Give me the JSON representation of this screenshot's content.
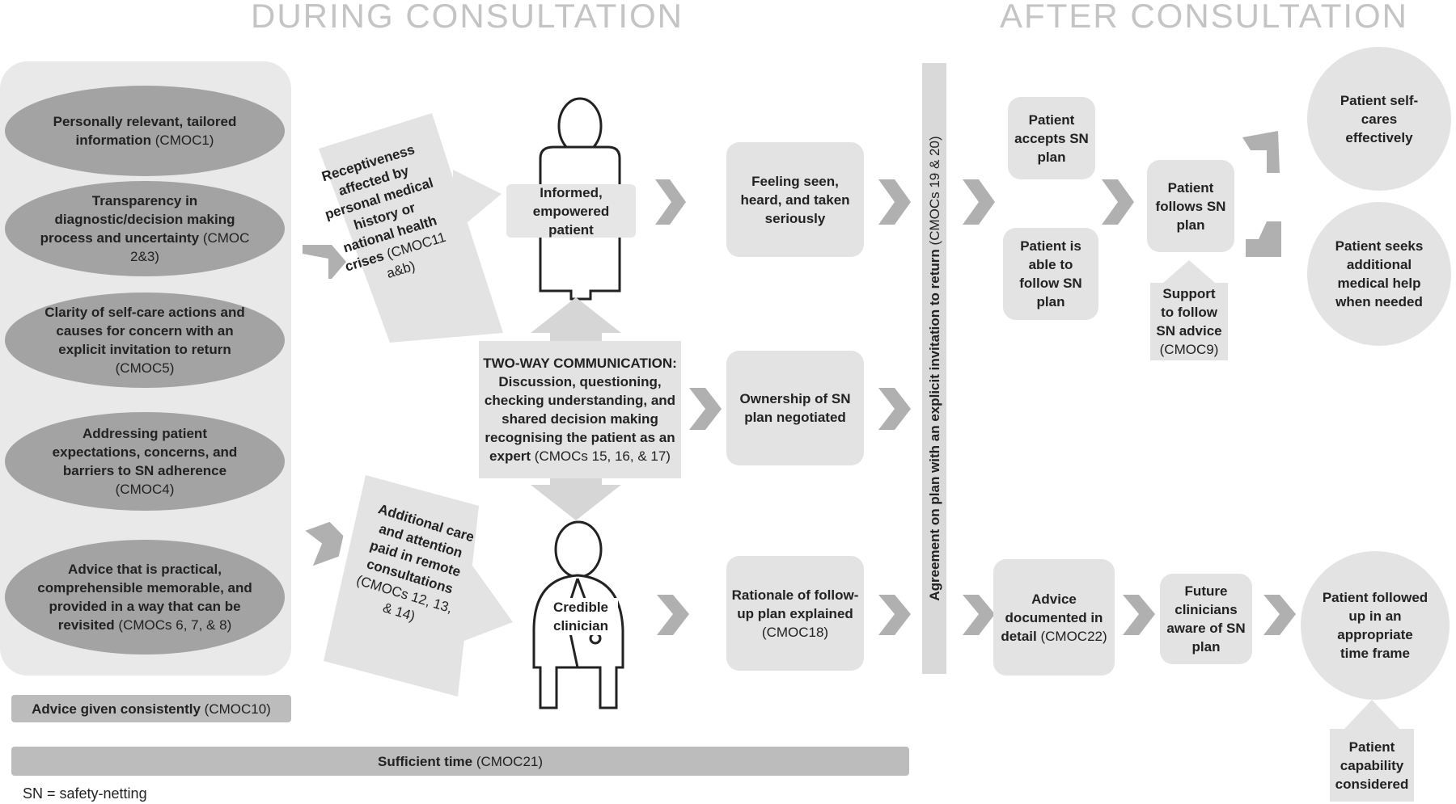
{
  "headers": {
    "during": "DURING CONSULTATION",
    "after": "AFTER CONSULTATION"
  },
  "left_column": [
    {
      "bold": "Personally relevant, tailored information",
      "ref": "(CMOC1)"
    },
    {
      "bold": "Transparency in diagnostic/decision making process and uncertainty",
      "ref": "(CMOC 2&3)"
    },
    {
      "bold": "Clarity of self-care actions and causes for concern with an explicit invitation to return",
      "ref": "(CMOC5)"
    },
    {
      "bold": "Addressing patient expectations, concerns, and barriers to SN adherence",
      "ref": "(CMOC4)"
    },
    {
      "bold": "Advice that is practical, comprehensible memorable, and provided in a way that can be revisited",
      "ref": "(CMOCs 6, 7, & 8)"
    }
  ],
  "consistent": {
    "bold": "Advice given consistently",
    "ref": "(CMOC10)"
  },
  "sufficient_time": {
    "bold": "Sufficient time",
    "ref": "(CMOC21)"
  },
  "footnote": "SN = safety-netting",
  "receptiveness": {
    "bold": "Receptiveness affected by personal medical history or national health crises",
    "ref": "(CMOC11 a&b)"
  },
  "additional_care": {
    "bold": "Additional care and attention paid in remote consultations",
    "ref": "(CMOCs 12, 13, & 14)"
  },
  "patient_label": "Informed, empowered patient",
  "clinician_label": "Credible clinician",
  "two_way": {
    "title": "TWO-WAY COMMUNICATION:",
    "body": "Discussion, questioning, checking understanding, and shared decision making recognising the patient as an expert",
    "ref": "(CMOCs 15, 16, & 17)"
  },
  "mid_boxes": {
    "feeling": {
      "bold": "Feeling seen, heard, and taken seriously",
      "ref": ""
    },
    "ownership": {
      "bold": "Ownership of SN plan negotiated",
      "ref": ""
    },
    "rationale": {
      "bold": "Rationale of follow-up plan explained",
      "ref": "(CMOC18)"
    }
  },
  "agreement": {
    "bold": "Agreement on plan with an explicit invitation to return",
    "ref": "(CMOCs 19 & 20)"
  },
  "after": {
    "accepts": "Patient accepts SN plan",
    "able": "Patient is able to follow SN plan",
    "follows": "Patient follows SN plan",
    "support": {
      "bold": "Support to follow SN advice",
      "ref": "(CMOC9)"
    },
    "selfcares": "Patient self-cares effectively",
    "seeks": "Patient seeks additional medical help when needed",
    "documented": {
      "bold": "Advice documented in detail",
      "ref": "(CMOC22)"
    },
    "future": "Future clinicians aware of SN plan",
    "followed": "Patient followed up in an appropriate time frame",
    "capability": "Patient capability considered"
  },
  "colors": {
    "ellipse": "#a3a3a3",
    "box": "#e3e3e3",
    "panel": "#e9e9e9",
    "arrow": "#aaaaaa",
    "bar": "#bcbcbc"
  }
}
